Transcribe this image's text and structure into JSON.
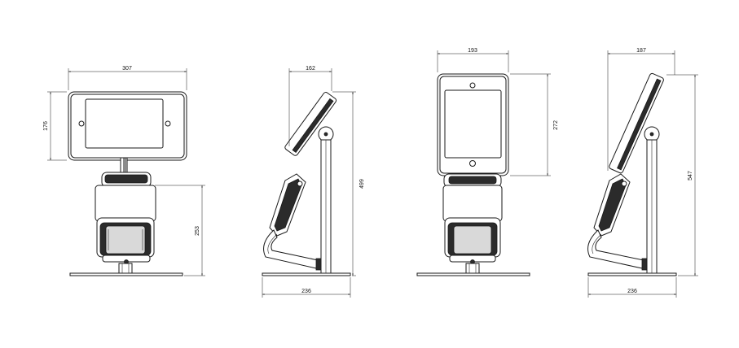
{
  "views": [
    {
      "name": "landscape-front",
      "dimensions": {
        "width": "307",
        "screen_height": "176",
        "base_height": "253"
      }
    },
    {
      "name": "landscape-side",
      "dimensions": {
        "depth": "162",
        "height": "499",
        "base_width": "236"
      }
    },
    {
      "name": "portrait-front",
      "dimensions": {
        "width": "193",
        "screen_height": "272"
      }
    },
    {
      "name": "portrait-side",
      "dimensions": {
        "depth": "187",
        "height": "547",
        "base_width": "236"
      }
    }
  ]
}
